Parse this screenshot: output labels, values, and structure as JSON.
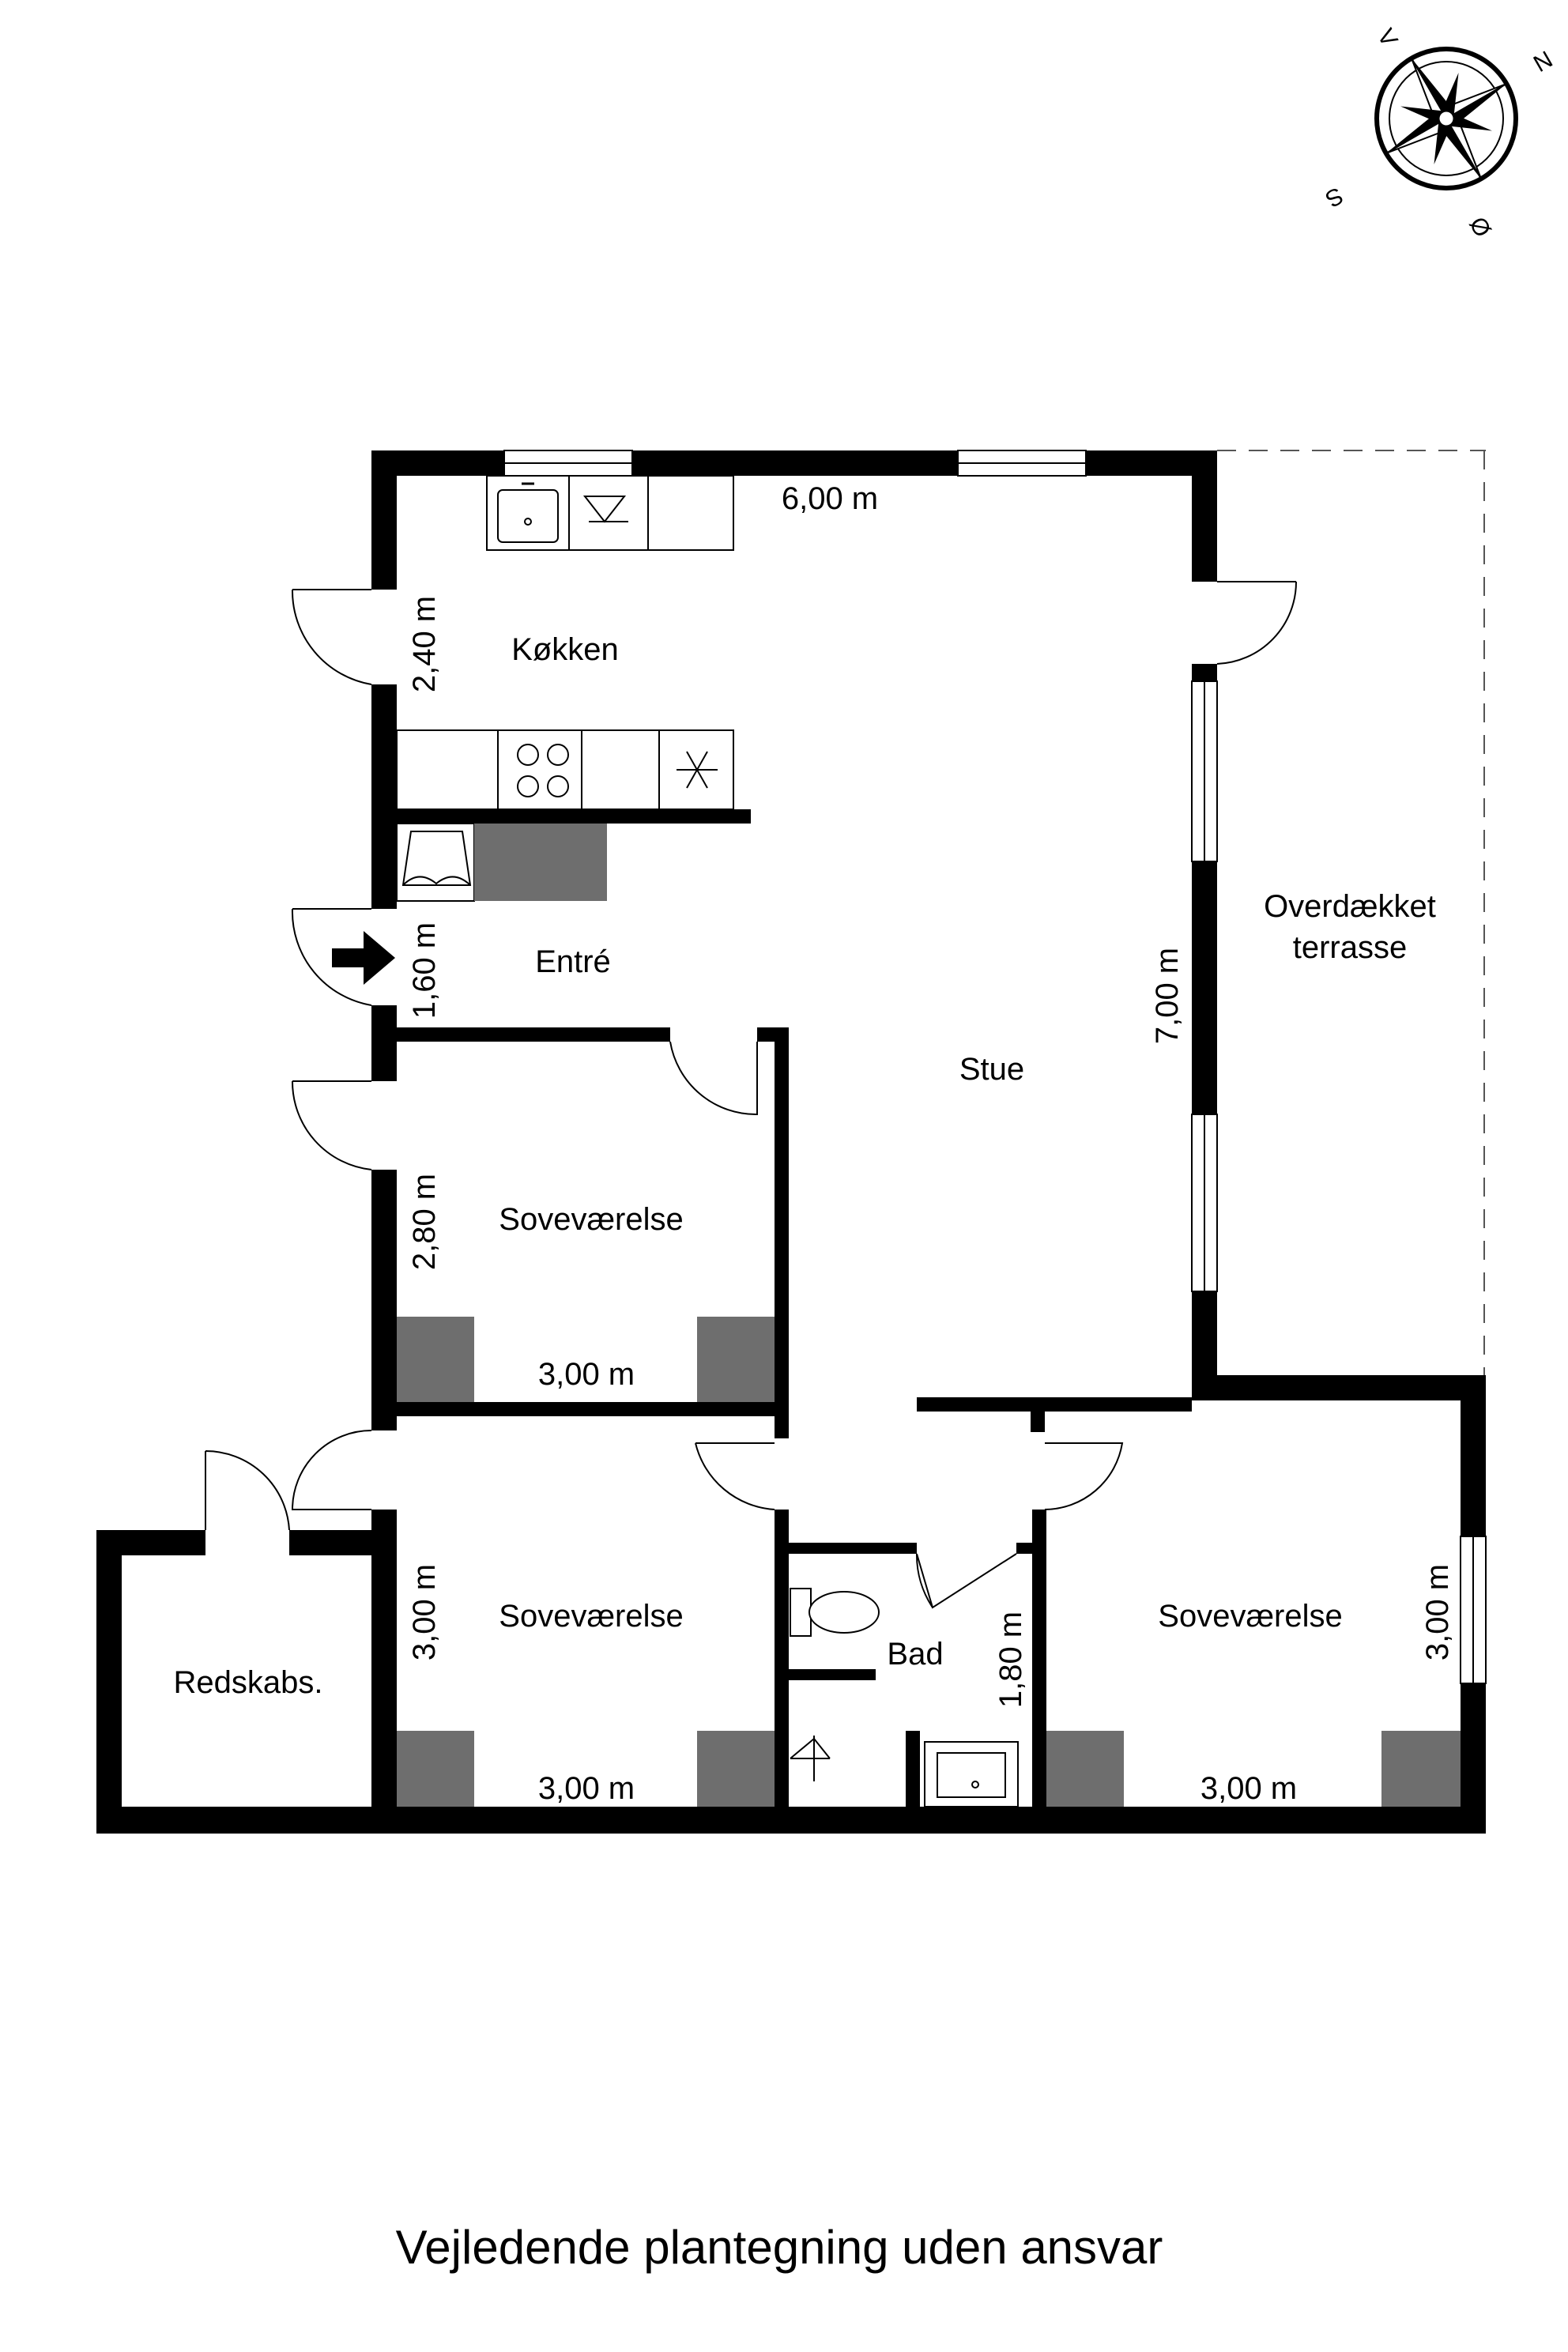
{
  "rooms": {
    "kitchen": "Køkken",
    "entry": "Entré",
    "living": "Stue",
    "terrace_line1": "Overdækket",
    "terrace_line2": "terrasse",
    "bedroom1": "Soveværelse",
    "bedroom2": "Soveværelse",
    "bedroom3": "Soveværelse",
    "bath": "Bad",
    "shed": "Redskabs."
  },
  "dimensions": {
    "top_width": "6,00 m",
    "kitchen_height": "2,40 m",
    "entry_height": "1,60 m",
    "living_height": "7,00 m",
    "bedroom1_height": "2,80 m",
    "bedroom1_width": "3,00 m",
    "bedroom2_height": "3,00 m",
    "bedroom2_width": "3,00 m",
    "bath_height": "1,80 m",
    "bedroom3_height": "3,00 m",
    "bedroom3_width": "3,00 m"
  },
  "compass": {
    "n": "N",
    "s": "S",
    "e": "Ø",
    "w": "V"
  },
  "caption": "Vejledende plantegning uden ansvar",
  "icons": [
    "compass-rose-icon",
    "entrance-arrow-icon",
    "sink-icon",
    "stove-icon",
    "freezer-icon",
    "toilet-icon",
    "shower-icon",
    "washbasin-icon"
  ]
}
